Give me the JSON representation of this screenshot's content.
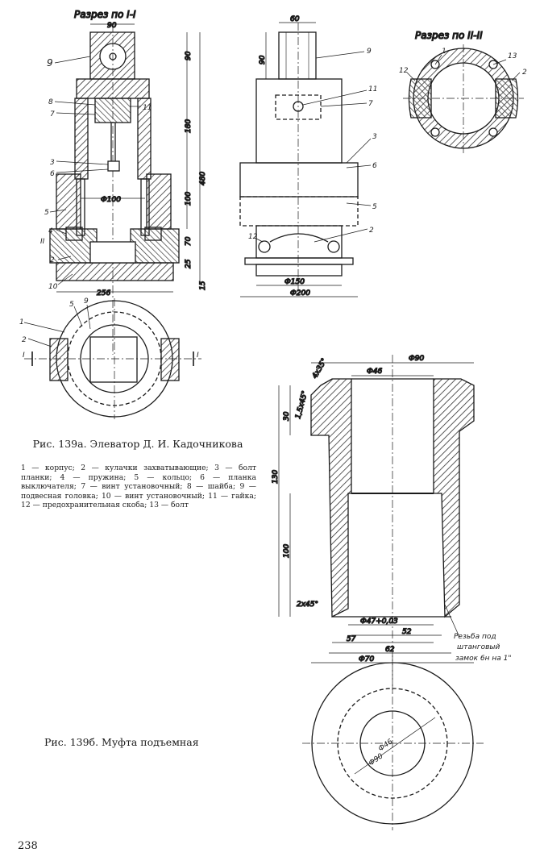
{
  "figure_a": {
    "section_1": "Разрез по I-I",
    "section_2": "Разрез по II-II",
    "caption": "Рис. 139а. Элеватор Д. И. Кадочникова",
    "legend": "1 — корпус; 2 — кулачки захватывающие; 3 — болт планки; 4 — пружина; 5 — кольцо; 6 — планка выключателя; 7 — винт установочный; 8 — шайба; 9 — подвесная головка; 10 — винт установочный; 11 — гайка; 12 — предохранительная скоба; 13 — болт",
    "dims": {
      "d90_top": "90",
      "h90": "90",
      "h180": "180",
      "h480": "480",
      "h100": "100",
      "h70": "70",
      "h25": "25",
      "h15": "15",
      "d100": "Ф100",
      "w256": "256",
      "d60": "60",
      "d90_side": "90",
      "d150": "Ф150",
      "d200": "Ф200"
    },
    "part_numbers": {
      "p1": "1",
      "p2": "2",
      "p3": "3",
      "p4": "4",
      "p5": "5",
      "p6": "6",
      "p7": "7",
      "p8": "8",
      "p9": "9",
      "p10": "10",
      "p11": "11",
      "p12": "12",
      "p13": "13",
      "sec_mark_1": "I",
      "sec_mark_2": "II"
    }
  },
  "figure_b": {
    "caption": "Рис. 139б. Муфта подъемная",
    "thread_note_1": "Резьба под",
    "thread_note_2": "штанговый",
    "thread_note_3": "замок 6н на 1\"",
    "dims": {
      "d90": "Ф90",
      "d46": "Ф46",
      "h30": "30",
      "h130": "130",
      "h100": "100",
      "chamfer_top": "4х35°",
      "chamfer_side": "1,5х45°",
      "chamfer_bot": "2х45°",
      "d47": "Ф47+0,03",
      "d52": "52",
      "d57": "57",
      "d62": "62",
      "d70": "Ф70",
      "plan_d46": "Ф46",
      "plan_d90": "Ф90"
    }
  },
  "page_number": "238"
}
